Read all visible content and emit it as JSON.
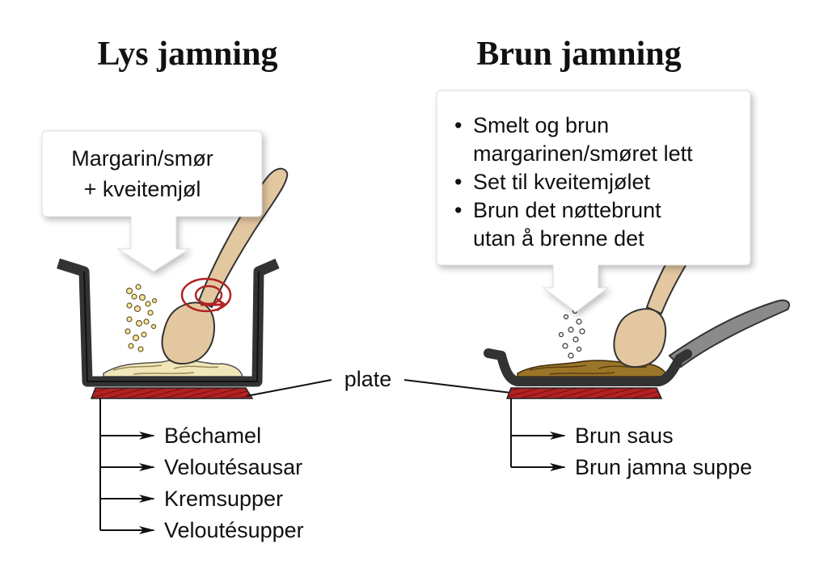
{
  "left": {
    "title": "Lys jamning",
    "bubble_lines": [
      "Margarin/smør",
      "+ kveitemjøl"
    ],
    "outputs": [
      "Béchamel",
      "Veloutésausar",
      "Kremsupper",
      "Veloutésupper"
    ]
  },
  "right": {
    "title": "Brun jamning",
    "bubble_lines": [
      {
        "bullet": "•",
        "text": "Smelt og brun"
      },
      {
        "bullet": "",
        "text": "margarinen/smøret lett"
      },
      {
        "bullet": "•",
        "text": "Set til kveitemjølet"
      },
      {
        "bullet": "•",
        "text": "Brun det nøttebrunt"
      },
      {
        "bullet": "",
        "text": "utan å brenne det"
      }
    ],
    "outputs": [
      "Brun saus",
      "Brun jamna suppe"
    ]
  },
  "plate_label": "plate",
  "colors": {
    "pot": "#333333",
    "plate": "#b22222",
    "light_roux": "#f1e6b8",
    "brown_roux": "#9a7428",
    "spoon": "#e3c7a0",
    "stir_arrow": "#b22222",
    "handle": "#8a8a8a"
  }
}
